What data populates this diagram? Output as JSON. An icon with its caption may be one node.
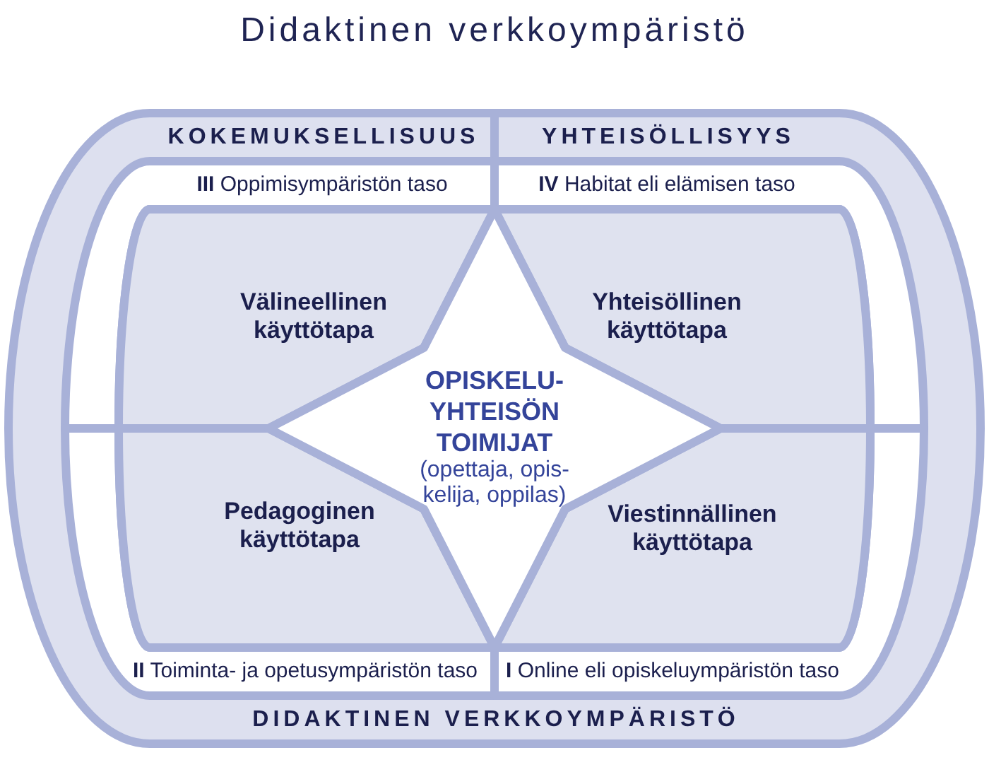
{
  "diagram": {
    "title": "Didaktinen verkkoympäristö",
    "nodes": [
      {
        "text": [
          "KOKEMUKSELLISUUS",
          "YHTEISÖLLISYYS",
          "DIDAKTINEN VERKKOYMPÄRISTÖ"
        ]
      },
      {
        "text": [
          "**III** Oppimisympäristön taso"
        ],
        "in": 0
      },
      {
        "text": [
          "**IV** Habitat eli elämisen taso"
        ],
        "in": 0
      },
      {
        "text": [
          "**II** Toiminta- ja opetusympäristön taso"
        ],
        "in": 0
      },
      {
        "text": [
          "**I** Online eli opiskeluympäristön taso"
        ],
        "in": 0
      },
      {
        "text": [
          "Välineellinen käyttötapa"
        ],
        "in": 0
      },
      {
        "text": [
          "Yhteisöllinen käyttötapa"
        ],
        "in": 0
      },
      {
        "text": [
          "Pedagoginen käyttötapa"
        ],
        "in": 0
      },
      {
        "text": [
          "Viestinnällinen käyttötapa"
        ],
        "in": 0
      },
      {
        "text": [
          "OPISKELU- YHTEISÖN TOIMIJAT",
          "(opettaja, opis- kelija, oppilas)"
        ],
        "in": 0
      }
    ]
  }
}
